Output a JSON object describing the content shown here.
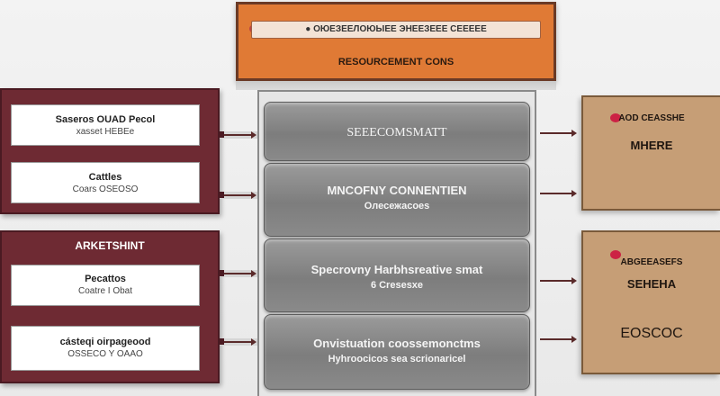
{
  "header": {
    "title": "● ОЮЕЗЕЕЛОЮЫЕЕ ЭНЕЕЗЕЕЕ СЕЕЕЕЕ",
    "subtitle": "RESOURCEMENT CONS"
  },
  "center_stack": {
    "layers": [
      {
        "line1": "SEEECOMSMATT",
        "line2": ""
      },
      {
        "line1": "MNCOFNY CONNENTIEN",
        "line2": "Oлесежасоes"
      },
      {
        "line1": "Specrovny Harbhsreative smat",
        "line2": "6 Cresesxe"
      },
      {
        "line1": "Onvistuation coossemonctms",
        "line2": "Hyhroocicos sea scrionaricel"
      }
    ]
  },
  "left_panels": [
    {
      "title": "",
      "cards": [
        {
          "line1": "Saseros OUAD Pecol",
          "line2": "xasset HEBEe"
        },
        {
          "line1": "Cattles",
          "line2": "Coars OSEOSO"
        }
      ]
    },
    {
      "title": "ARKETSHINT",
      "cards": [
        {
          "line1": "Pecattos",
          "line2": "Coatre I Obat"
        },
        {
          "line1": "cásteqi oirpageood",
          "line2": "OSSECO Y OAAO"
        }
      ]
    }
  ],
  "right_panels": [
    {
      "line1": "AOD CEASSHE",
      "line2": "MHERE"
    },
    {
      "line1": "ABGEEASEFS",
      "line2": "SEHEHA",
      "line3": "EOSCOC"
    }
  ],
  "colors": {
    "header_fill": "#e07a35",
    "left_panel_fill": "#6e2a33",
    "right_panel_fill": "#c69e76",
    "layer_fill": "#8a8a8a"
  }
}
